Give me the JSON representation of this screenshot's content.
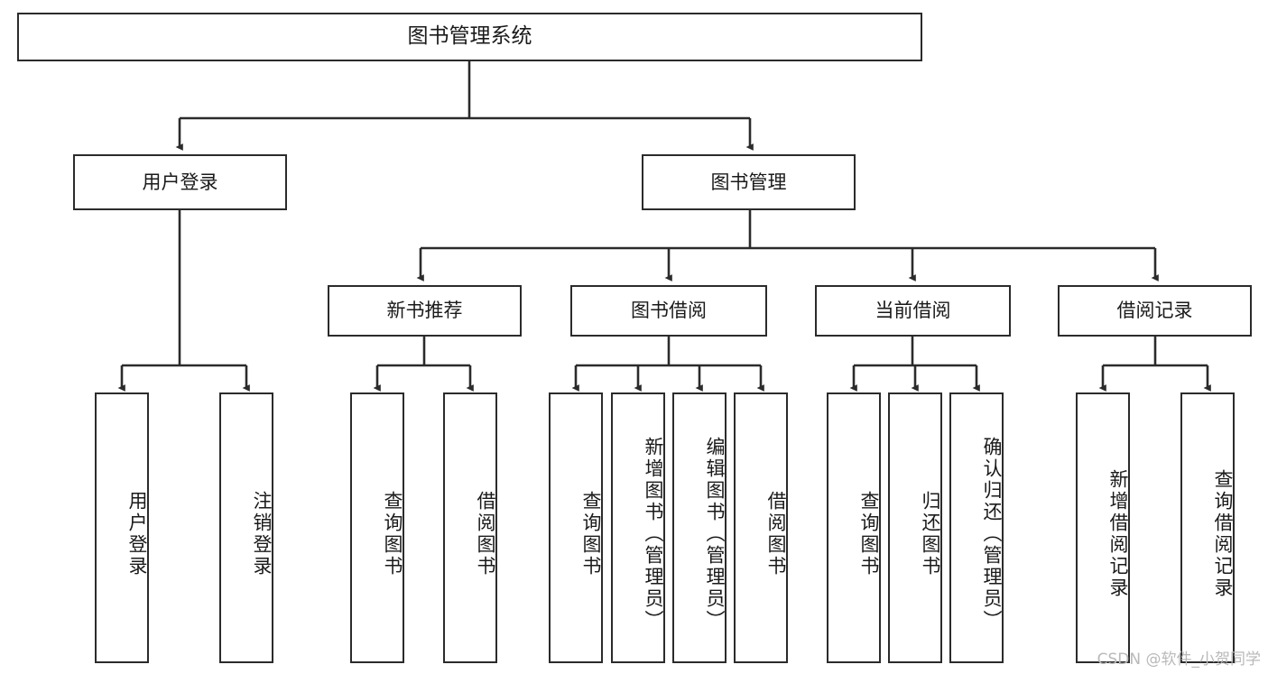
{
  "diagram": {
    "title": "图书管理系统",
    "type": "tree-hierarchy",
    "watermark": "CSDN @软件_小贺同学",
    "colors": {
      "stroke": "#2b2b2b",
      "fill": "#ffffff",
      "text": "#1a1a1a",
      "watermark": "#b9b9b9"
    },
    "levels": {
      "level1": [
        {
          "id": "root",
          "label": "图书管理系统"
        }
      ],
      "level2": [
        {
          "id": "user-login",
          "label": "用户登录",
          "parent": "root"
        },
        {
          "id": "book-manage",
          "label": "图书管理",
          "parent": "root"
        }
      ],
      "level3": [
        {
          "id": "new-book-rec",
          "label": "新书推荐",
          "parent": "book-manage"
        },
        {
          "id": "book-borrow",
          "label": "图书借阅",
          "parent": "book-manage"
        },
        {
          "id": "current-borrow",
          "label": "当前借阅",
          "parent": "book-manage"
        },
        {
          "id": "borrow-record",
          "label": "借阅记录",
          "parent": "book-manage"
        }
      ],
      "leaves": [
        {
          "id": "leaf-user-login",
          "label": "用户登录",
          "parent": "user-login"
        },
        {
          "id": "leaf-user-logout",
          "label": "注销登录",
          "parent": "user-login"
        },
        {
          "id": "leaf-rec-query",
          "label": "查询图书",
          "parent": "new-book-rec"
        },
        {
          "id": "leaf-rec-borrow",
          "label": "借阅图书",
          "parent": "new-book-rec"
        },
        {
          "id": "leaf-borrow-query",
          "label": "查询图书",
          "parent": "book-borrow"
        },
        {
          "id": "leaf-borrow-add",
          "label": "新增图书（管理员）",
          "parent": "book-borrow"
        },
        {
          "id": "leaf-borrow-edit",
          "label": "编辑图书（管理员）",
          "parent": "book-borrow"
        },
        {
          "id": "leaf-borrow-lend",
          "label": "借阅图书",
          "parent": "book-borrow"
        },
        {
          "id": "leaf-cur-query",
          "label": "查询图书",
          "parent": "current-borrow"
        },
        {
          "id": "leaf-cur-return",
          "label": "归还图书",
          "parent": "current-borrow"
        },
        {
          "id": "leaf-cur-confirm",
          "label": "确认归还（管理员）",
          "parent": "current-borrow"
        },
        {
          "id": "leaf-rec-add",
          "label": "新增借阅记录",
          "parent": "borrow-record"
        },
        {
          "id": "leaf-rec-search",
          "label": "查询借阅记录",
          "parent": "borrow-record"
        }
      ]
    }
  }
}
